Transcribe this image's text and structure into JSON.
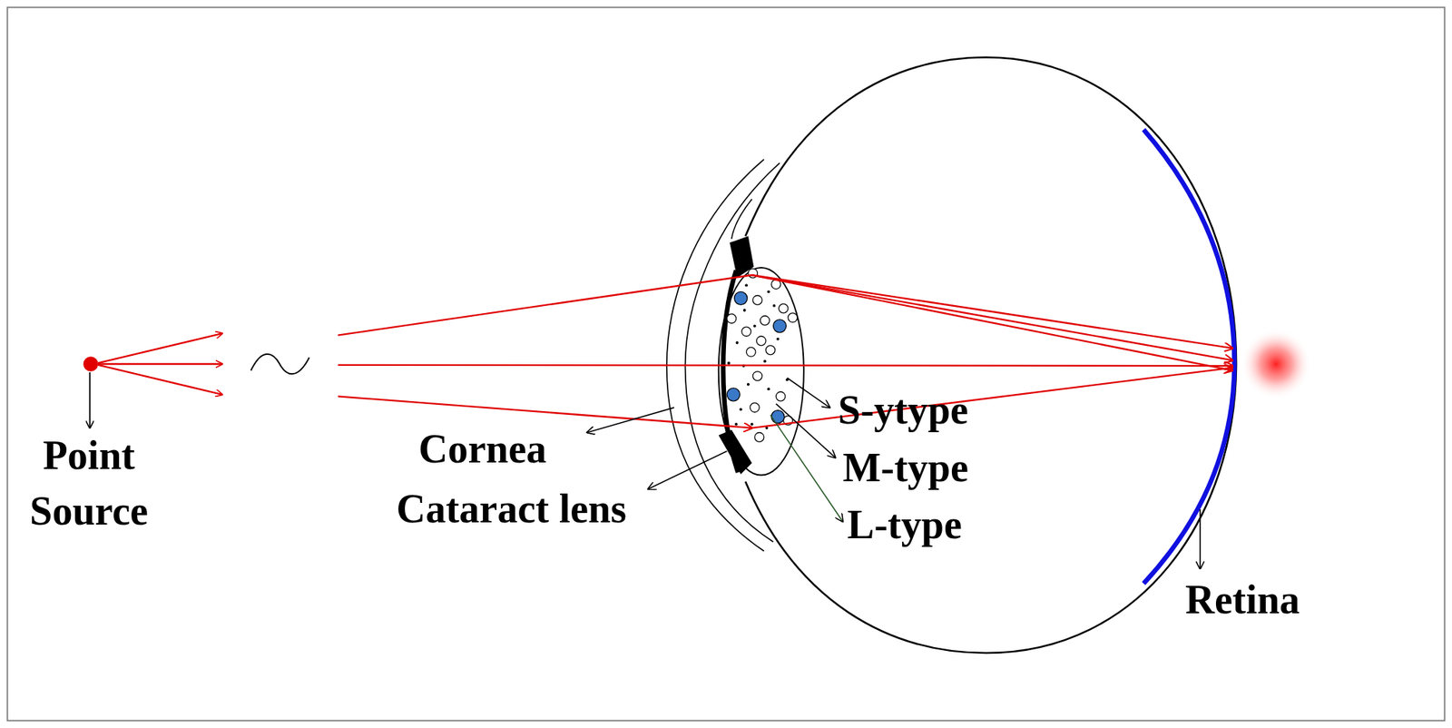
{
  "diagram": {
    "labels": [
      "Point Source",
      "Cornea",
      "Cataract lens",
      "S-ytype",
      "M-type",
      "L-type",
      "Retina"
    ]
  }
}
